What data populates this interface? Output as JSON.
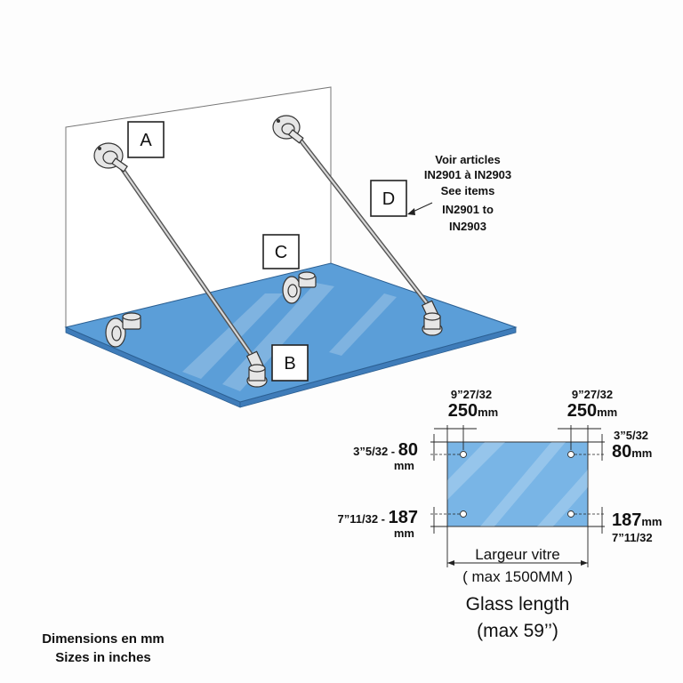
{
  "callouts": {
    "a": "A",
    "b": "B",
    "c": "C",
    "d": "D"
  },
  "note_d": {
    "line1": "Voir articles",
    "line2": "IN2901 à IN2903",
    "line3": "See items",
    "line4": "IN2901 to",
    "line5": "IN2903"
  },
  "dimensions": {
    "left_in": "9”27/32",
    "left_mm_value": "250",
    "left_mm_unit": "mm",
    "right_in": "9”27/32",
    "right_mm_value": "250",
    "right_mm_unit": "mm",
    "top_left_in": "3”5/32 - ",
    "top_left_mm_value": "80",
    "top_left_mm_unit": "mm",
    "top_right_in": "3”5/32",
    "top_right_mm_value": "80",
    "top_right_mm_unit": "mm",
    "bottom_left_in": "7”11/32 - ",
    "bottom_left_mm_value": "187",
    "bottom_left_mm_unit": "mm",
    "bottom_right_mm_value": "187",
    "bottom_right_mm_unit": "mm",
    "bottom_right_in": "7”11/32"
  },
  "width_label": {
    "fr_line1": "Largeur vitre",
    "fr_line2": "( max 1500MM )",
    "en_line1": "Glass length",
    "en_line2": "(max  59’’)"
  },
  "units_note": {
    "line1": "Dimensions en mm",
    "line2": "Sizes in inches"
  },
  "colors": {
    "glass": "#5b9ed8",
    "glass_panel": "#79b5e6"
  }
}
